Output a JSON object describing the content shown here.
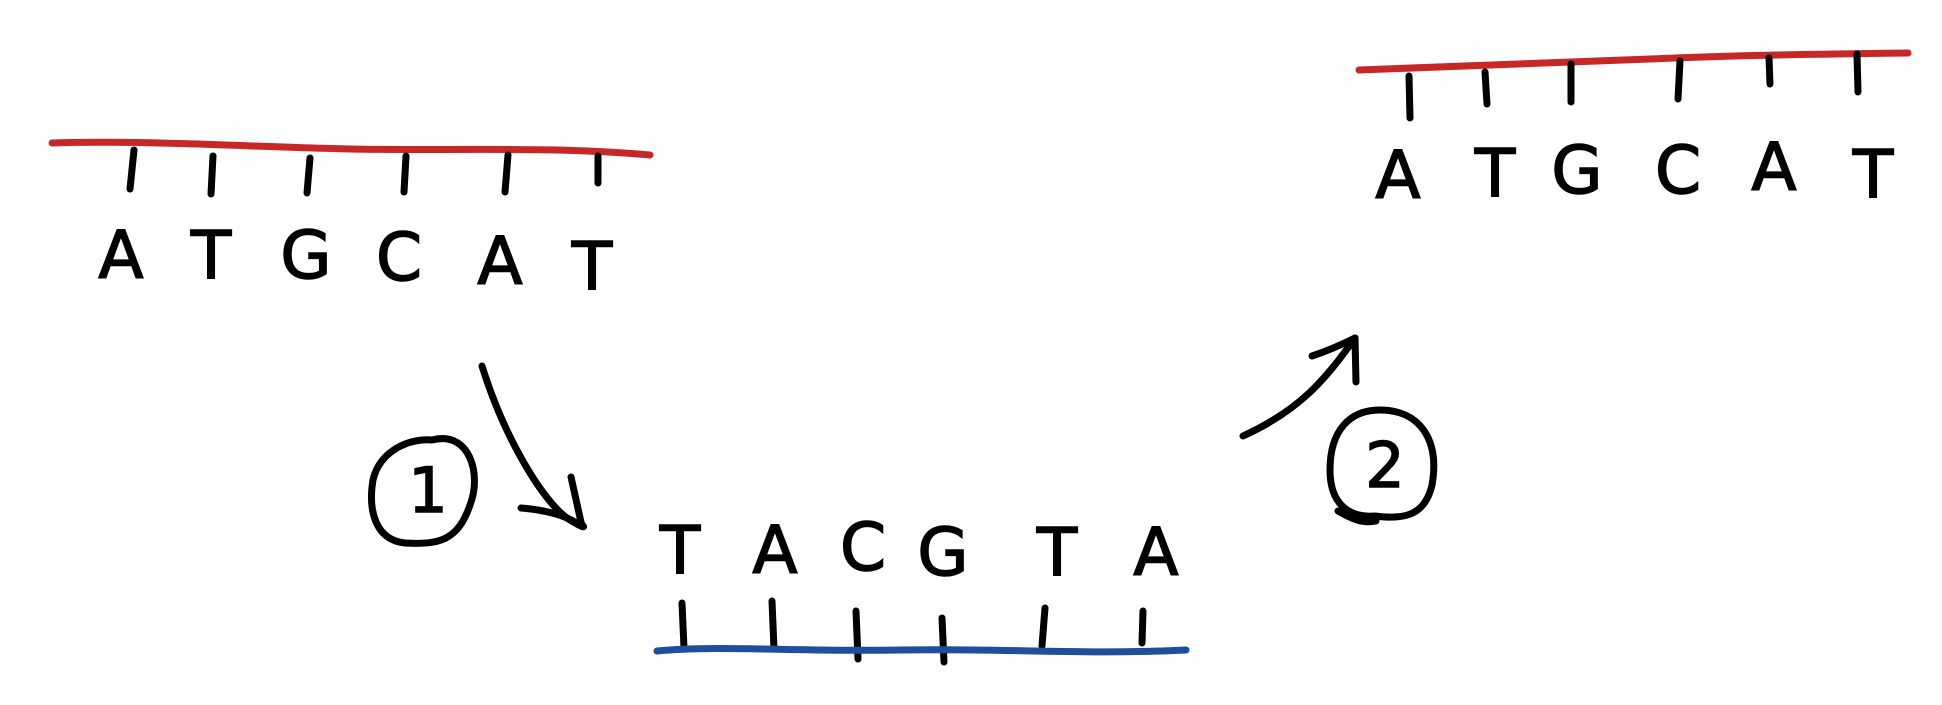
{
  "strands": {
    "template": {
      "bases": [
        "A",
        "T",
        "G",
        "C",
        "A",
        "T"
      ],
      "backbone_color": "#c62828"
    },
    "complement": {
      "bases": [
        "T",
        "A",
        "C",
        "G",
        "T",
        "A"
      ],
      "backbone_color": "#1f4e9c"
    },
    "copy": {
      "bases": [
        "A",
        "T",
        "G",
        "C",
        "A",
        "T"
      ],
      "backbone_color": "#c62828"
    }
  },
  "steps": [
    {
      "label": "1"
    },
    {
      "label": "2"
    }
  ],
  "ink_color": "#000000"
}
